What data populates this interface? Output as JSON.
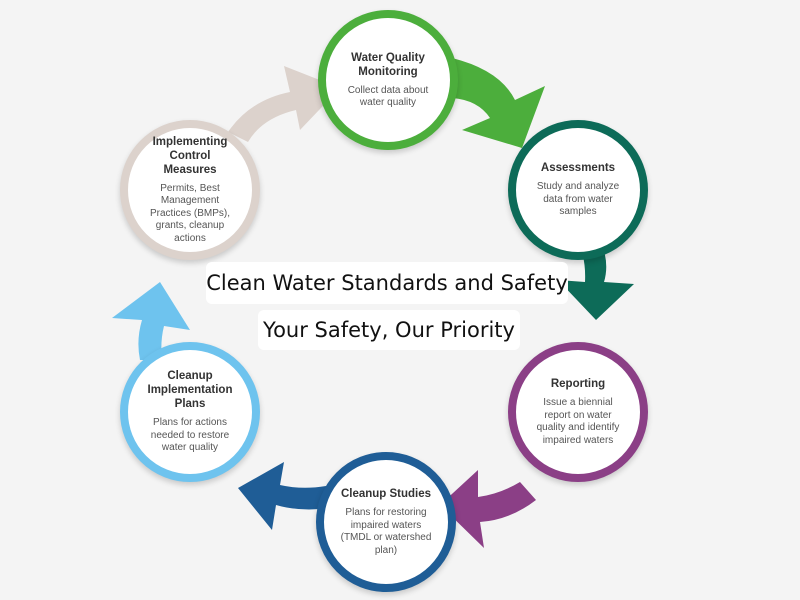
{
  "title": "Clean Water Standards and Safety",
  "subtitle": "Your Safety, Our Priority",
  "stages": [
    {
      "id": "monitoring",
      "title": "Water Quality Monitoring",
      "description": "Collect data about water quality",
      "color": "#4cae3c"
    },
    {
      "id": "assessments",
      "title": "Assessments",
      "description": "Study and analyze data from water samples",
      "color": "#0d6b58"
    },
    {
      "id": "reporting",
      "title": "Reporting",
      "description": "Issue a biennial report on water quality and identify impaired waters",
      "color": "#8b3f86"
    },
    {
      "id": "cleanup-studies",
      "title": "Cleanup Studies",
      "description": "Plans for restoring impaired waters (TMDL or watershed plan)",
      "color": "#1f5d96"
    },
    {
      "id": "implementation-plans",
      "title": "Cleanup Implementation Plans",
      "description": "Plans for actions needed to restore water quality",
      "color": "#6ec3ee"
    },
    {
      "id": "control-measures",
      "title": "Implementing Control Measures",
      "description": "Permits, Best Management Practices (BMPs), grants, cleanup actions",
      "color": "#dcd2cc"
    }
  ]
}
